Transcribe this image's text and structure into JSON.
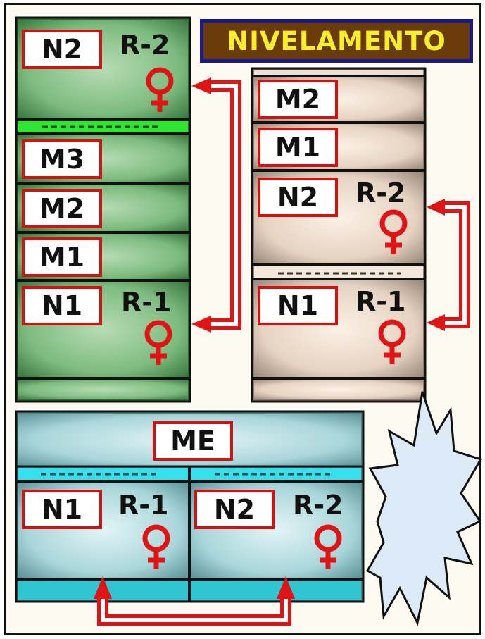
{
  "title": "NIVELAMENTO",
  "colors": {
    "green_panel": "#5fa864",
    "beige_panel": "#e3cfbd",
    "cyan_panel": "#8ccbd2",
    "title_text": "#f7ef2a",
    "title_bg": "#6b3b0a",
    "title_border": "#1a1a8a",
    "label_border": "#d41111",
    "arrow": "#e01414",
    "female_symbol": "#e01414",
    "burst": "#dce9f6"
  },
  "icons": [
    "female-symbol-icon",
    "arrow-icon",
    "explosion-burst-icon"
  ],
  "green_building": {
    "top": {
      "label": "N2",
      "room": "R-2"
    },
    "floors": [
      "M3",
      "M2",
      "M1"
    ],
    "bottom": {
      "label": "N1",
      "room": "R-1"
    }
  },
  "beige_building": {
    "floors": [
      "M2",
      "M1"
    ],
    "upper": {
      "label": "N2",
      "room": "R-2"
    },
    "lower": {
      "label": "N1",
      "room": "R-1"
    }
  },
  "cyan_building": {
    "top_label": "ME",
    "left": {
      "label": "N1",
      "room": "R-1"
    },
    "right": {
      "label": "N2",
      "room": "R-2"
    }
  }
}
